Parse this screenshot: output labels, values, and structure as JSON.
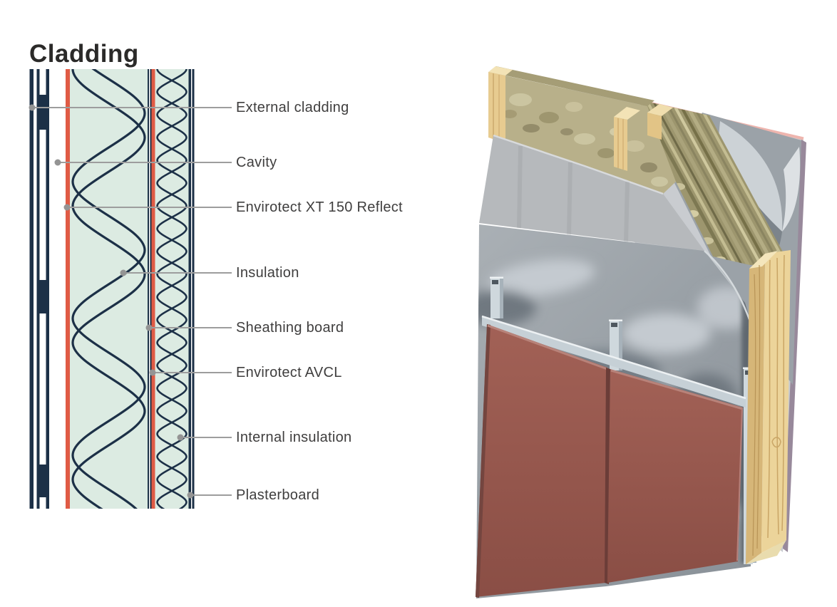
{
  "page": {
    "title": "Cladding",
    "background": "#ffffff"
  },
  "diagram": {
    "type": "wall-cross-section",
    "labels": [
      {
        "label": "External cladding"
      },
      {
        "label": "Cavity"
      },
      {
        "label": "Envirotect XT 150 Reflect"
      },
      {
        "label": "Insulation"
      },
      {
        "label": "Sheathing board"
      },
      {
        "label": "Envirotect AVCL"
      },
      {
        "label": "Internal insulation"
      },
      {
        "label": "Plasterboard"
      }
    ],
    "colors": {
      "navy": "#1c3047",
      "membrane_orange": "#e05b45",
      "insulation_mint": "#dcebe2",
      "leader_grey": "#9d9d9d",
      "label_text": "#3f3e3e"
    }
  },
  "illustration": {
    "description": "3D cutaway render of the cladding wall build-up",
    "elements": [
      "timber-frame",
      "mineral-wool-insulation",
      "sheathing-board",
      "reflective-membrane",
      "support-rails",
      "terracotta-cladding-panels",
      "backing-board"
    ],
    "colors": {
      "wood": "#ecd49a",
      "wool": "#b3ab84",
      "board_grey": "#b6b9bc",
      "membrane_grey": "#99a0a6",
      "panel_red": "#9a5a50",
      "rail_grey": "#cfd8dd",
      "back_board_pink": "#eeb5ae",
      "back_board_mauve": "#98899b"
    }
  }
}
